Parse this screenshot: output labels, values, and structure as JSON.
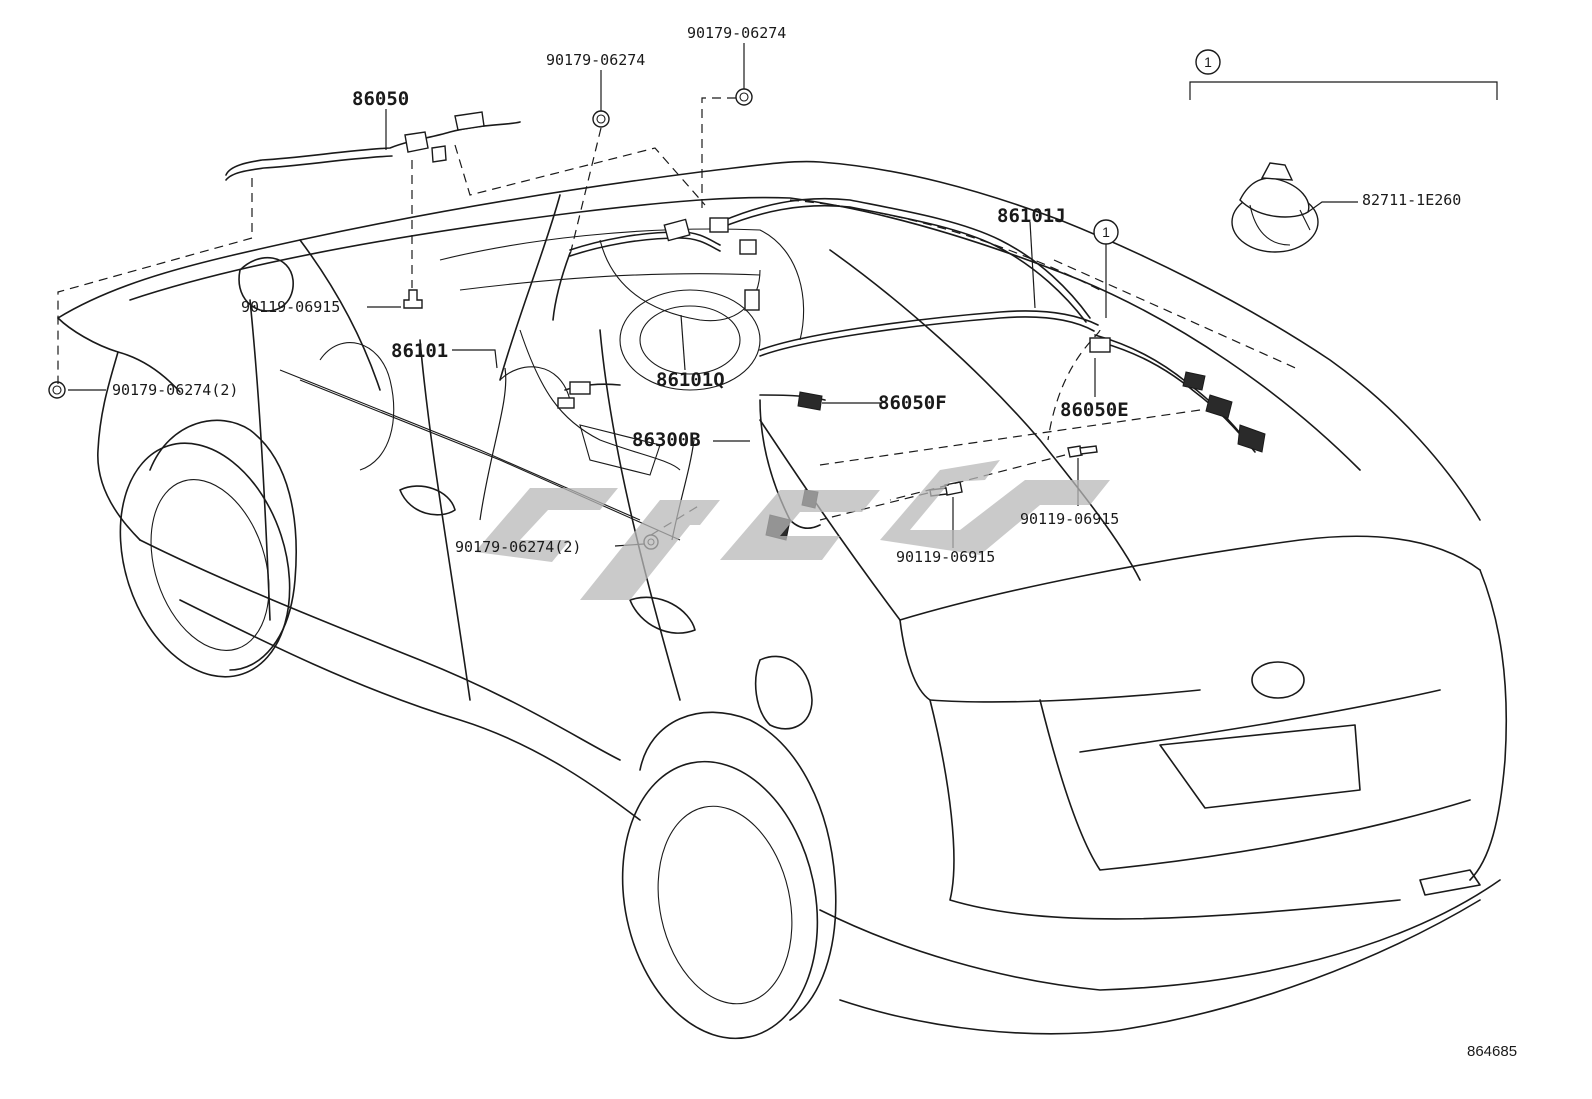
{
  "diagram_id": "864685",
  "callout_number": "1",
  "parts": {
    "p86050": "86050",
    "p86101": "86101",
    "p86101Q": "86101Q",
    "p86101J": "86101J",
    "p86050F": "86050F",
    "p86050E": "86050E",
    "p86300B": "86300B",
    "clip": "82711-1E260",
    "nut_top_center": "90179-06274",
    "nut_top_right": "90179-06274",
    "nut_left": "90179-06274(2)",
    "nut_center": "90179-06274(2)",
    "bolt_left": "90119-06915",
    "bolt_center": "90119-06915",
    "bolt_right": "90119-06915"
  },
  "colors": {
    "line": "#1a1a1a",
    "watermark": "#b8b8b8",
    "background": "#ffffff"
  }
}
